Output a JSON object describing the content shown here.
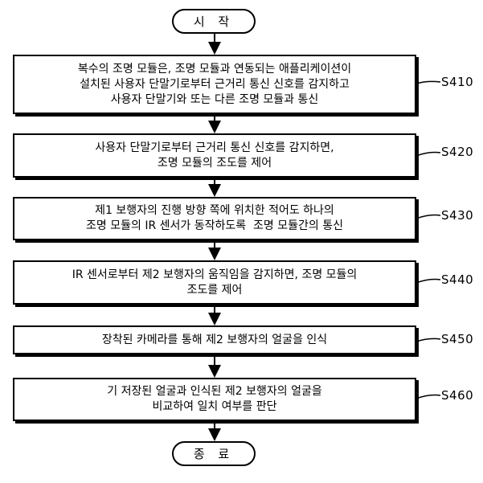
{
  "start": "시 작",
  "end": "종 료",
  "steps": [
    {
      "id": "S410",
      "lines": [
        "복수의 조명 모듈은, 조명 모듈과 연동되는 애플리케이션이",
        "설치된 사용자 단말기로부터 근거리 통신 신호를 감지하고",
        "사용자 단말기와 또는 다른 조명 모듈과 통신"
      ]
    },
    {
      "id": "S420",
      "lines": [
        "사용자 단말기로부터 근거리 통신 신호를 감지하면,",
        "조명 모듈의 조도를 제어"
      ]
    },
    {
      "id": "S430",
      "lines": [
        "제1 보행자의 진행 방향 쪽에 위치한 적어도 하나의",
        "조명 모듈의 IR 센서가 동작하도록  조명 모듈간의 통신"
      ]
    },
    {
      "id": "S440",
      "lines": [
        "IR 센서로부터 제2 보행자의 움직임을 감지하면, 조명 모듈의",
        "조도를 제어"
      ]
    },
    {
      "id": "S450",
      "lines": [
        "장착된 카메라를 통해 제2 보행자의 얼굴을 인식"
      ]
    },
    {
      "id": "S460",
      "lines": [
        "기 저장된 얼굴과 인식된 제2 보행자의 얼굴을",
        "비교하여 일치 여부를 판단"
      ]
    }
  ]
}
